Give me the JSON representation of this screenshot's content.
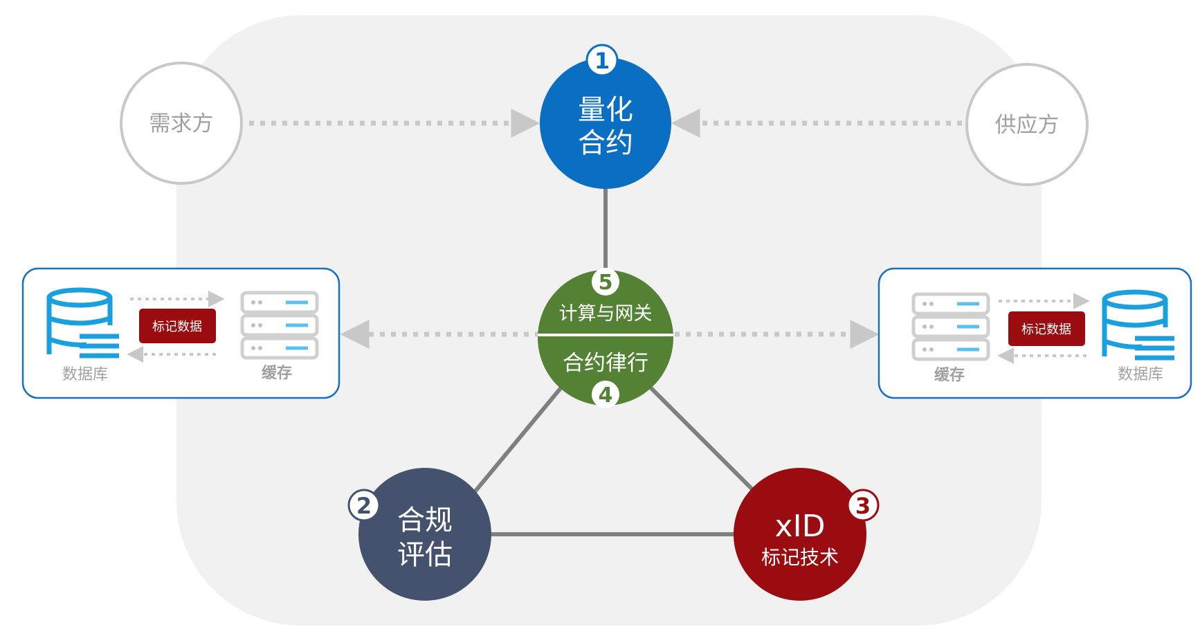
{
  "nodes": {
    "demand": {
      "label": "需求方"
    },
    "supply": {
      "label": "供应方"
    },
    "contract": {
      "line1": "量化",
      "line2": "合约",
      "badge": "1"
    },
    "compliance": {
      "line1": "合规",
      "line2": "评估",
      "badge": "2"
    },
    "xid": {
      "line1": "xID",
      "line2": "标记技术",
      "badge": "3"
    },
    "gateway": {
      "top": "计算与网关",
      "bottom": "合约律行",
      "badge_top": "5",
      "badge_bottom": "4"
    }
  },
  "left_panel": {
    "database_label": "数据库",
    "cache_label": "缓存",
    "tag": "标记数据"
  },
  "right_panel": {
    "database_label": "数据库",
    "cache_label": "缓存",
    "tag": "标记数据"
  },
  "colors": {
    "blue": "#0a6fc2",
    "navy": "#45526e",
    "red": "#9a0c10",
    "green": "#548235",
    "gray_line": "#7f7f7f",
    "dotted": "#c8c8c8",
    "panel_border": "#1a6fc0",
    "backdrop": "#f1f1f1"
  }
}
